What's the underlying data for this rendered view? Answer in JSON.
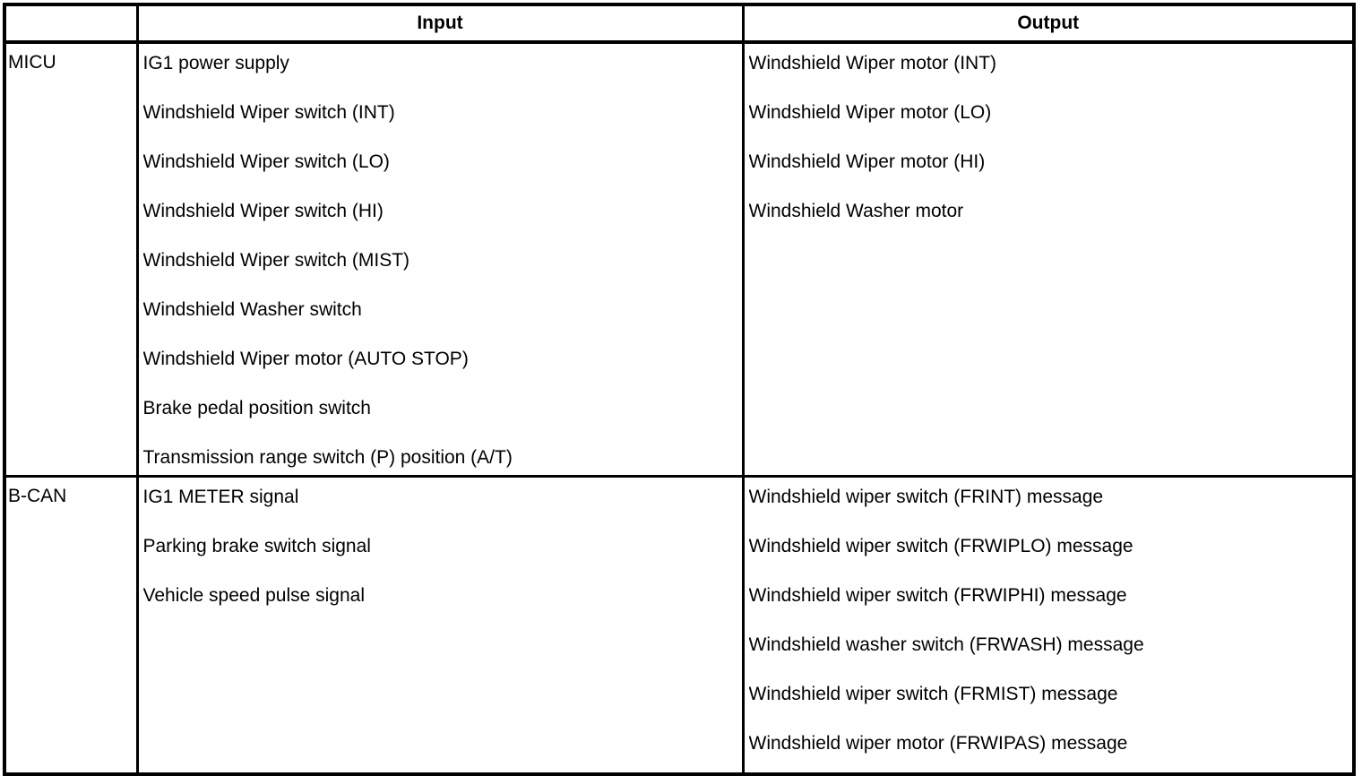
{
  "table": {
    "columns": [
      {
        "key": "system",
        "label": ""
      },
      {
        "key": "input",
        "label": "Input"
      },
      {
        "key": "output",
        "label": "Output"
      }
    ],
    "header": {
      "system": "",
      "input": "Input",
      "output": "Output"
    },
    "rows": [
      {
        "system": "MICU",
        "input": [
          "IG1 power supply",
          "Windshield Wiper switch (INT)",
          "Windshield Wiper switch (LO)",
          "Windshield Wiper switch (HI)",
          "Windshield Wiper switch (MIST)",
          "Windshield Washer switch",
          "Windshield Wiper motor (AUTO STOP)",
          "Brake pedal position switch",
          "Transmission range switch (P) position (A/T)"
        ],
        "output": [
          "Windshield Wiper motor (INT)",
          "Windshield Wiper motor (LO)",
          "Windshield Wiper motor (HI)",
          "Windshield Washer motor"
        ]
      },
      {
        "system": "B-CAN",
        "input": [
          "IG1 METER signal",
          "Parking brake switch signal",
          "Vehicle speed pulse signal"
        ],
        "output": [
          "Windshield wiper switch (FRINT) message",
          "Windshield wiper switch (FRWIPLO) message",
          "Windshield wiper switch (FRWIPHI) message",
          "Windshield washer switch (FRWASH) message",
          "Windshield wiper switch (FRMIST) message",
          "Windshield wiper motor (FRWIPAS) message"
        ]
      }
    ]
  },
  "colors": {
    "border": "#000000",
    "text": "#000000",
    "background": "#ffffff"
  }
}
